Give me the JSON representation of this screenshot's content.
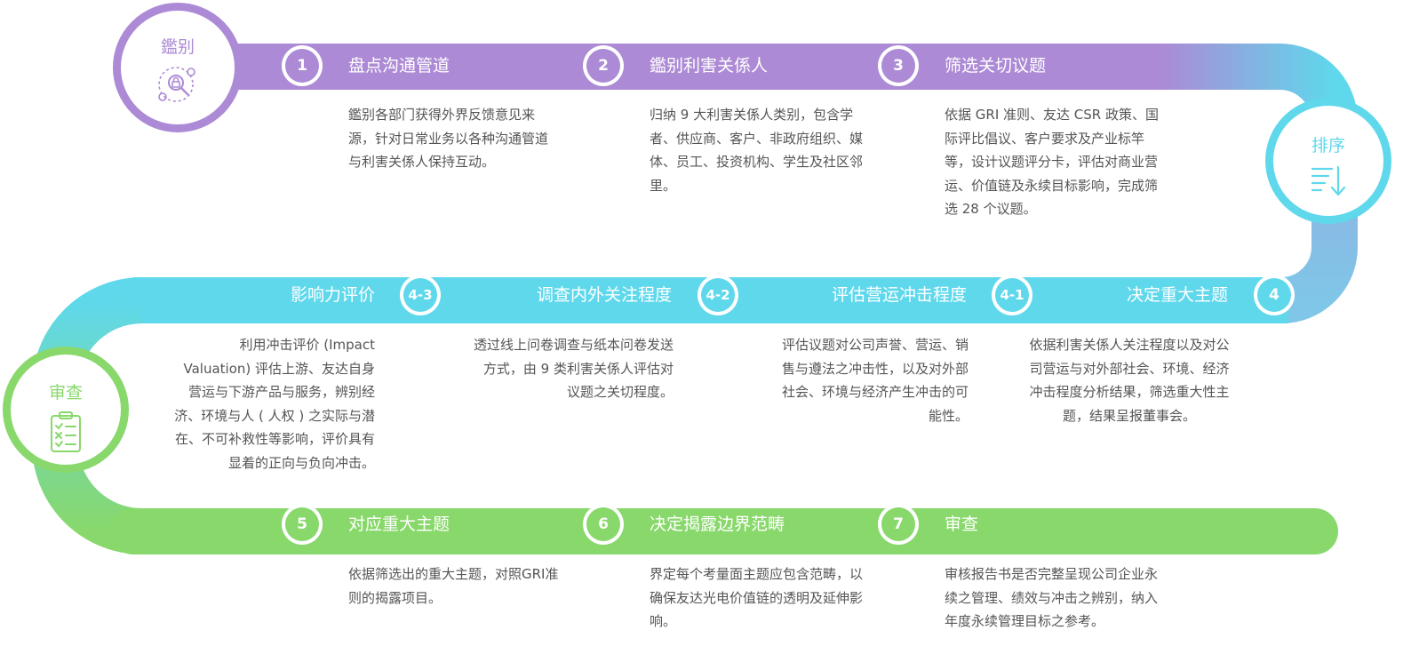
{
  "colors": {
    "purple": "#ac8ad5",
    "cyan": "#5fd8ec",
    "green": "#88d86b",
    "text": "#555555"
  },
  "phases": {
    "identify": {
      "label": "鑑别",
      "icon": "stakeholder-search-icon"
    },
    "rank": {
      "label": "排序",
      "icon": "sort-descending-icon"
    },
    "review": {
      "label": "审查",
      "icon": "checklist-clipboard-icon"
    }
  },
  "steps": [
    {
      "num": "1",
      "title": "盘点沟通管道",
      "desc": "鑑别各部门获得外界反馈意见来源，针对日常业务以各种沟通管道与利害关係人保持互动。"
    },
    {
      "num": "2",
      "title": "鑑别利害关係人",
      "desc": "归纳 9 大利害关係人类别，包含学者、供应商、客户、非政府组织、媒体、员工、投资机构、学生及社区邻里。"
    },
    {
      "num": "3",
      "title": "筛选关切议题",
      "desc": "依据 GRI 准则、友达 CSR 政策、国际评比倡议、客户要求及产业标竿等，设计议题评分卡，评估对商业营运、价值链及永续目标影响，完成筛选 28 个议题。"
    },
    {
      "num": "4",
      "title": "决定重大主题",
      "desc": "依据利害关係人关注程度以及对公司营运与对外部社会、环境、经济冲击程度分析结果，筛选重大性主题，结果呈报董事会。"
    },
    {
      "num": "4-1",
      "title": "评估营运冲击程度",
      "desc": "评估议题对公司声誉、营运、销售与遵法之冲击性，以及对外部社会、环境与经济产生冲击的可能性。"
    },
    {
      "num": "4-2",
      "title": "调查内外关注程度",
      "desc": "透过线上问卷调查与纸本问卷发送方式，由 9 类利害关係人评估对议题之关切程度。"
    },
    {
      "num": "4-3",
      "title": "影响力评价",
      "desc": "利用冲击评价 (Impact Valuation) 评估上游、友达自身营运与下游产品与服务，辨别经济、环境与人 ( 人权 ) 之实际与潜在、不可补救性等影响，评价具有显着的正向与负向冲击。"
    },
    {
      "num": "5",
      "title": "对应重大主题",
      "desc": "依据筛选出的重大主题，对照GRI准则的揭露项目。"
    },
    {
      "num": "6",
      "title": "决定揭露边界范畴",
      "desc": "界定每个考量面主题应包含范畴，以确保友达光电价值链的透明及延伸影响。"
    },
    {
      "num": "7",
      "title": "审查",
      "desc": "审核报告书是否完整呈现公司企业永续之管理、绩效与冲击之辨别，纳入年度永续管理目标之参考。"
    }
  ]
}
